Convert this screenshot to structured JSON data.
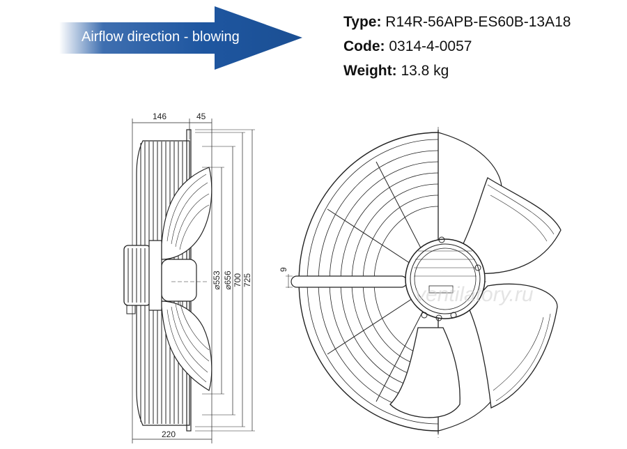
{
  "banner": {
    "label": "Airflow direction - blowing",
    "gradient_start": "#ffffff",
    "gradient_end": "#1b4f93"
  },
  "specs": {
    "type_label": "Type:",
    "type_value": "R14R-56APB-ES60B-13A18",
    "code_label": "Code:",
    "code_value": "0314-4-0057",
    "weight_label": "Weight:",
    "weight_value": "13.8 kg"
  },
  "side_view": {
    "dim_depth": "146",
    "dim_flange": "45",
    "dim_total": "220",
    "dim_553": "553",
    "dim_656": "656",
    "dim_700": "700",
    "dim_725": "725",
    "diameter_symbol": "⌀"
  },
  "front_view": {
    "dim_slot": "9"
  },
  "watermark": "ventilatory.ru"
}
